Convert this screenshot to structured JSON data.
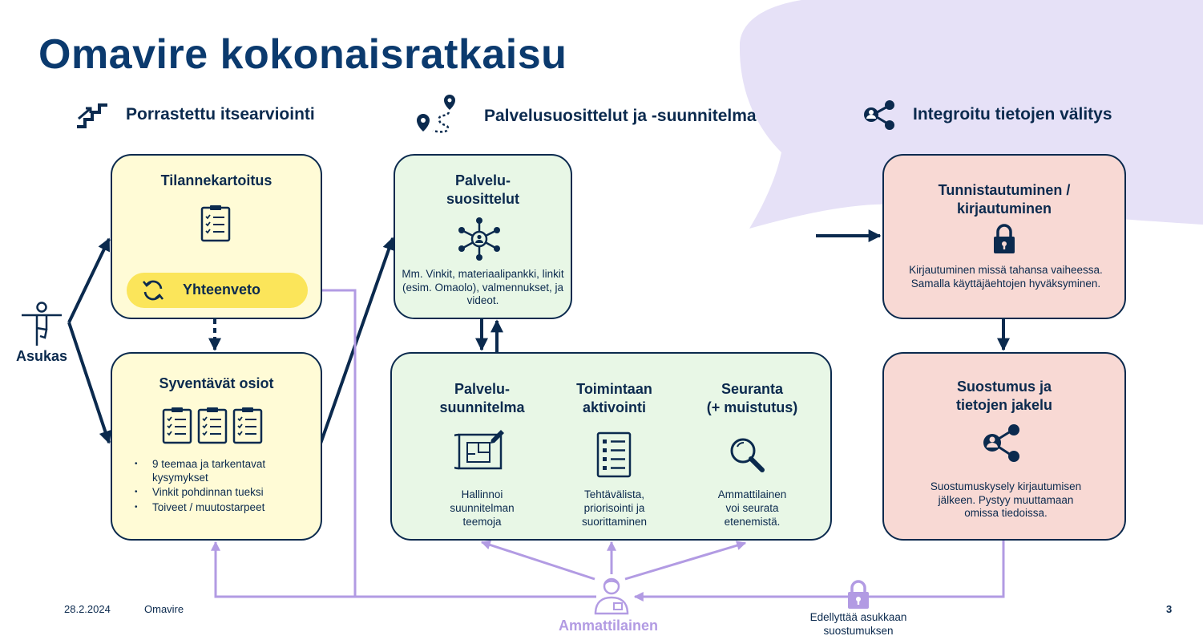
{
  "title": "Omavire kokonaisratkaisu",
  "sections": {
    "left": "Porrastettu itsearviointi",
    "middle": "Palvelusuosittelut ja -suunnitelma",
    "right": "Integroitu tietojen välitys"
  },
  "actor_resident": "Asukas",
  "actor_professional": "Ammattilainen",
  "boxes": {
    "tilannekartoitus": {
      "title": "Tilannekartoitus",
      "pill": "Yhteenveto"
    },
    "syventavat": {
      "title": "Syventävät osiot",
      "bullets": [
        "9 teemaa ja tarkentavat kysymykset",
        "Vinkit pohdinnan tueksi",
        "Toiveet / muutostarpeet"
      ]
    },
    "palvelusuosittelut": {
      "title_l1": "Palvelu-",
      "title_l2": "suosittelut",
      "desc": "Mm. Vinkit, materiaalipankki, linkit  (esim. Omaolo), valmennukset, ja videot."
    },
    "suunnitelma": {
      "col1_title_l1": "Palvelu-",
      "col1_title_l2": "suunnitelma",
      "col1_desc_l1": "Hallinnoi",
      "col1_desc_l2": "suunnitelman",
      "col1_desc_l3": "teemoja",
      "col2_title_l1": "Toimintaan",
      "col2_title_l2": "aktivointi",
      "col2_desc_l1": "Tehtävälista,",
      "col2_desc_l2": "priorisointi ja",
      "col2_desc_l3": "suorittaminen",
      "col3_title_l1": "Seuranta",
      "col3_title_l2": "(+ muistutus)",
      "col3_desc_l1": "Ammattilainen",
      "col3_desc_l2": "voi seurata",
      "col3_desc_l3": "etenemistä."
    },
    "tunnistautuminen": {
      "title_l1": "Tunnistautuminen /",
      "title_l2": "kirjautuminen",
      "desc": "Kirjautuminen missä tahansa vaiheessa. Samalla käyttäjäehtojen hyväksyminen."
    },
    "suostumus": {
      "title_l1": "Suostumus ja",
      "title_l2": "tietojen jakelu",
      "desc": "Suostumuskysely kirjautumisen jälkeen. Pystyy muuttamaan omissa tiedoissa."
    }
  },
  "consent_note": "Edellyttää asukkaan suostumuksen",
  "footer": {
    "date": "28.2.2024",
    "org": "Omavire",
    "page": "3"
  },
  "colors": {
    "navy": "#0b2a4e",
    "yellow_bg": "#fffbd6",
    "pill": "#fbe55a",
    "green_bg": "#e8f7e6",
    "pink_bg": "#f8d9d4",
    "purple": "#b29be3",
    "bubble": "#e6e1f7"
  },
  "icons": [
    "stairs-icon",
    "route-pin-icon",
    "share-person-icon",
    "clipboard-icon",
    "refresh-icon",
    "network-person-icon",
    "lock-icon",
    "blueprint-icon",
    "checklist-icon",
    "magnifier-icon",
    "person-yoga-icon",
    "professional-icon"
  ]
}
